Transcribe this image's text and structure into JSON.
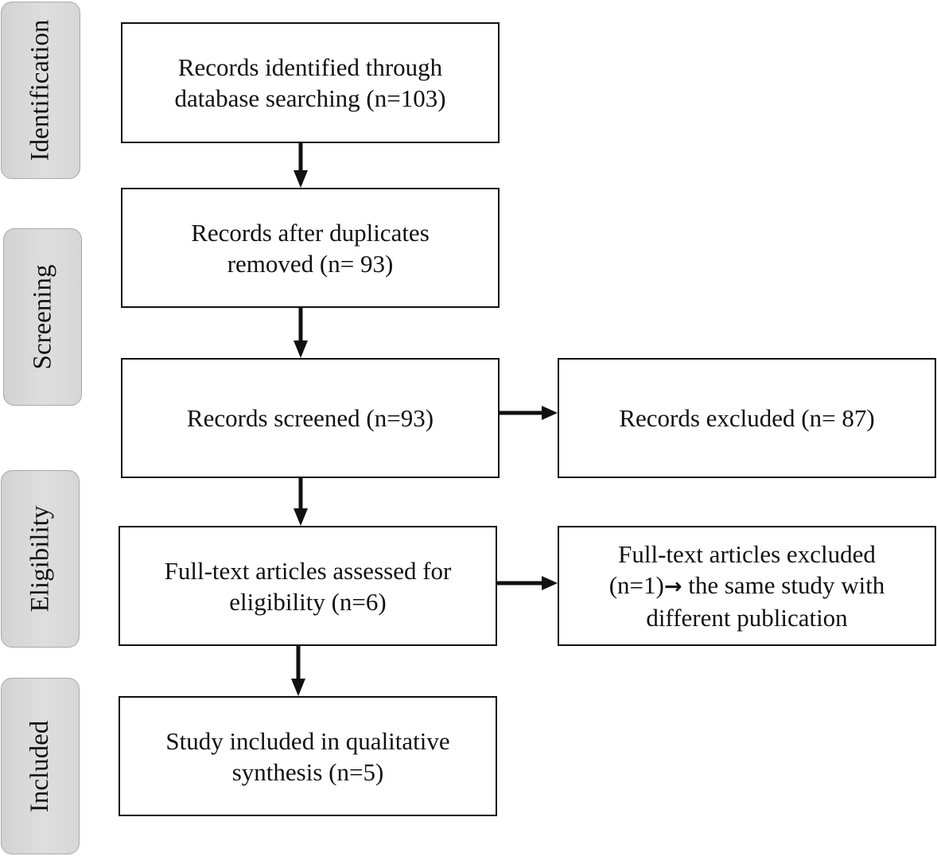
{
  "phases": {
    "identification": "Identification",
    "screening": "Screening",
    "eligibility": "Eligibility",
    "included": "Included"
  },
  "boxes": {
    "identified": {
      "line1": "Records identified through",
      "line2": "database searching (n=103)"
    },
    "after_duplicates": {
      "line1": "Records after duplicates",
      "line2": "removed (n= 93)"
    },
    "screened": {
      "line1": "Records screened (n=93)"
    },
    "excluded": {
      "line1": "Records excluded (n= 87)"
    },
    "fulltext_assessed": {
      "line1": "Full-text articles assessed for",
      "line2": "eligibility (n=6)"
    },
    "fulltext_excluded": {
      "line1": "Full-text articles excluded",
      "line2a": "(n=1)",
      "arrow_glyph": "→",
      "line2b": " the same study with",
      "line3": "different publication"
    },
    "included": {
      "line1": "Study included in qualitative",
      "line2": "synthesis (n=5)"
    }
  }
}
